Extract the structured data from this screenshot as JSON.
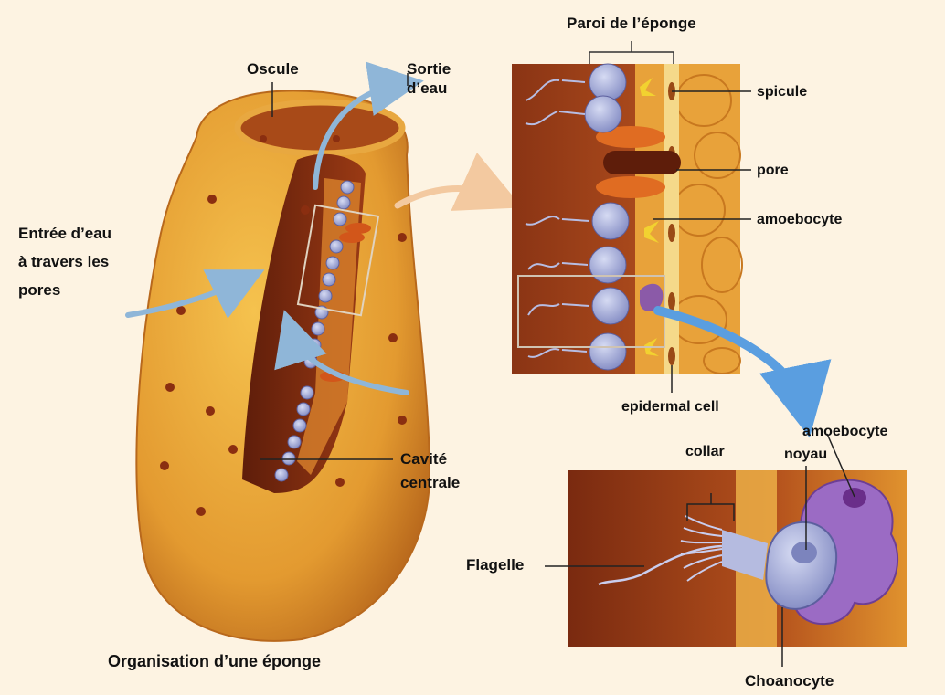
{
  "colors": {
    "background": "#fdf3e2",
    "sponge_body": "#e9a83a",
    "sponge_dark": "#b86b1c",
    "cavity": "#7a2a10",
    "choanocyte": "#a9b1dc",
    "amoebocyte": "#8b5aa8",
    "water_arrow": "#8fb6d8"
  },
  "labels": {
    "paroi": "Paroi de l’éponge",
    "oscule": "Oscule",
    "sortie_line1": "Sortie",
    "sortie_line2": "d’eau",
    "entree_line1": "Entrée d’eau",
    "entree_line2": "à travers les",
    "entree_line3": "pores",
    "cavite_line1": "Cavité",
    "cavite_line2": "centrale",
    "organisation": "Organisation d’une éponge",
    "spicule": "spicule",
    "pore": "pore",
    "amoebocyte_top": "amoebocyte",
    "epidermal": "epidermal cell",
    "amoebocyte_bottom": "amoebocyte",
    "collar": "collar",
    "noyau": "noyau",
    "flagelle": "Flagelle",
    "choanocyte": "Choanocyte"
  }
}
